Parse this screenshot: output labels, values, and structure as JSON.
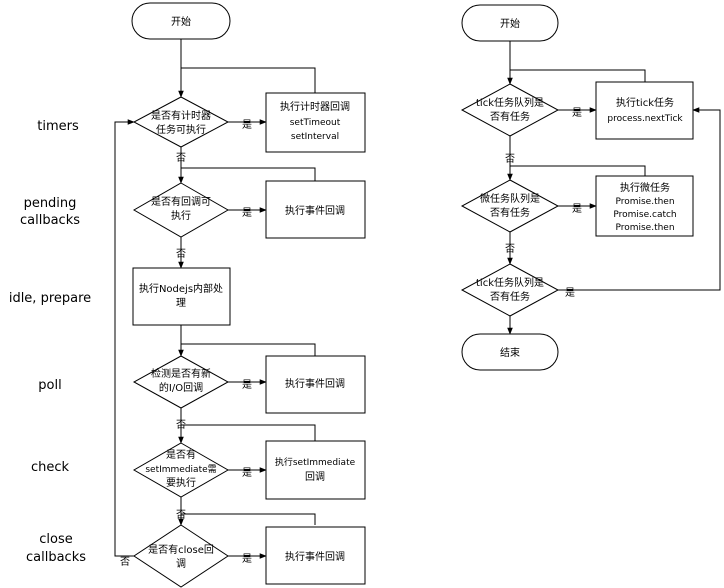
{
  "stages": [
    "timers",
    "pending callbacks",
    "idle, prepare",
    "poll",
    "check",
    "close callbacks"
  ],
  "left_flow": {
    "start": "开始",
    "timers_decision": "是否有计时器 任务可执行",
    "timers_action": "执行计时器回调 setTimeout setInterval",
    "pending_decision": "是否有回调可 执行",
    "pending_action": "执行事件回调",
    "idle_action": "执行Nodejs内部处 理",
    "poll_decision": "检测是否有新 的I/O回调",
    "poll_action": "执行事件回调",
    "check_decision": "是否有 setImmediate需 要执行",
    "check_action": "执行setImmediate 回调",
    "close_decision": "是否有close回 调",
    "close_action": "执行事件回调"
  },
  "right_flow": {
    "start": "开始",
    "tick1_decision": "tick任务队列是 否有任务",
    "tick_action": "执行tick任务 process.nextTick",
    "micro_decision": "微任务队列是 否有任务",
    "micro_action": "执行微任务 Promise.then Promise.catch Promise.then",
    "tick2_decision": "tick任务队列是 否有任务",
    "end": "结束"
  },
  "yes_label": "是",
  "no_label": "否"
}
